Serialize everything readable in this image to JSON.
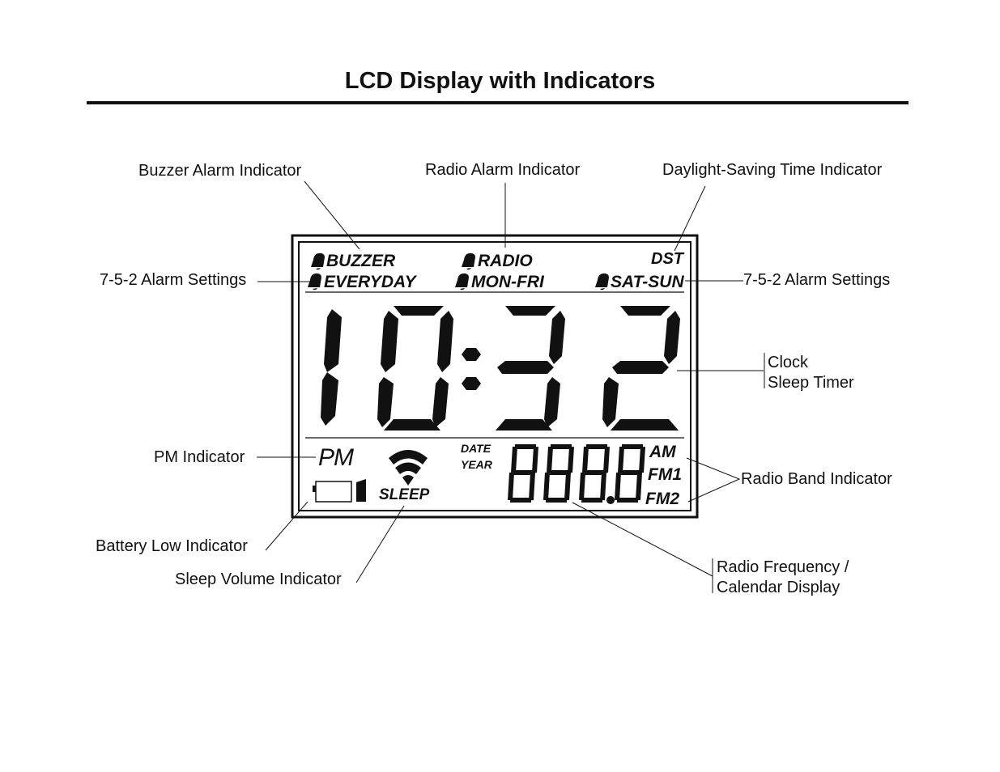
{
  "title": "LCD Display with Indicators",
  "callouts": {
    "buzzer_alarm": "Buzzer Alarm Indicator",
    "radio_alarm": "Radio Alarm Indicator",
    "dst": "Daylight-Saving Time Indicator",
    "alarm_settings_left": "7-5-2 Alarm Settings",
    "alarm_settings_right": "7-5-2 Alarm Settings",
    "clock": "Clock",
    "sleep_timer": "Sleep Timer",
    "pm": "PM Indicator",
    "radio_band": "Radio Band Indicator",
    "battery_low": "Battery Low Indicator",
    "sleep_volume": "Sleep Volume Indicator",
    "radio_freq_line1": "Radio Frequency /",
    "radio_freq_line2": "Calendar Display"
  },
  "lcd": {
    "buzzer": "BUZZER",
    "radio": "RADIO",
    "dst": "DST",
    "everyday": "EVERYDAY",
    "mon_fri": "MON-FRI",
    "sat_sun": "SAT-SUN",
    "time": "10:32",
    "pm": "PM",
    "sleep": "SLEEP",
    "date": "DATE",
    "year": "YEAR",
    "small_display": "888.8",
    "am": "AM",
    "fm1": "FM1",
    "fm2": "FM2"
  },
  "icons": [
    "bell-icon",
    "sleep-volume-icon",
    "battery-icon"
  ]
}
